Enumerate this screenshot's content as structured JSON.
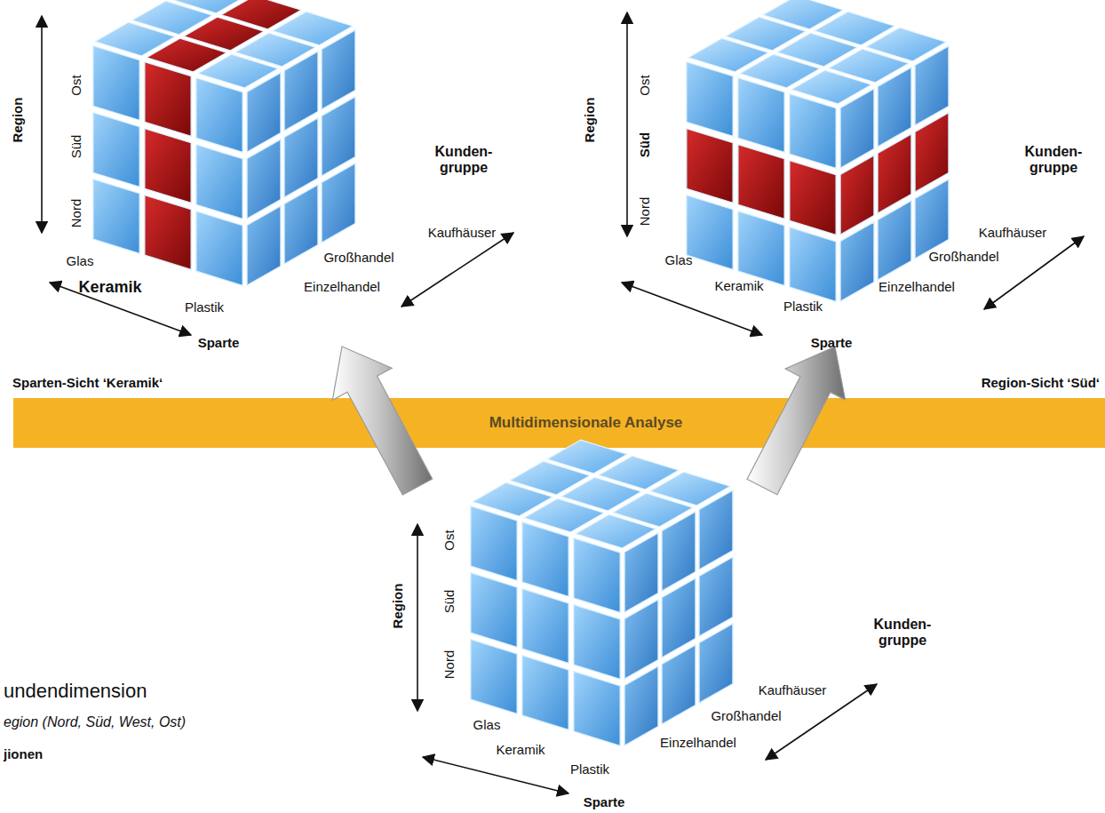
{
  "diagram": {
    "nodes": [
      {
        "text": [
          "Multidimensionale Analyse"
        ]
      }
    ],
    "labels": [
      "Region",
      "Ost",
      "Süd",
      "Nord",
      "Kunden- gruppe",
      "Kaufhäuser",
      "Großhandel",
      "Einzelhandel",
      "Glas",
      "Keramik",
      "Plastik",
      "Sparte",
      "Region",
      "Ost",
      "Süd",
      "Nord",
      "Kunden- gruppe",
      "Kaufhäuser",
      "Großhandel",
      "Einzelhandel",
      "Glas",
      "Keramik",
      "Plastik",
      "Sparte",
      "Region",
      "Ost",
      "Süd",
      "Nord",
      "Kunden- gruppe",
      "Kaufhäuser",
      "Großhandel",
      "Einzelhandel",
      "Glas",
      "Keramik",
      "Plastik",
      "Sparte",
      "Sparten-Sicht ‘Keramik‘",
      "Region-Sicht ‘Süd‘",
      "undendimension",
      "egion (Nord, Süd, West, Ost)",
      "jionen"
    ]
  }
}
